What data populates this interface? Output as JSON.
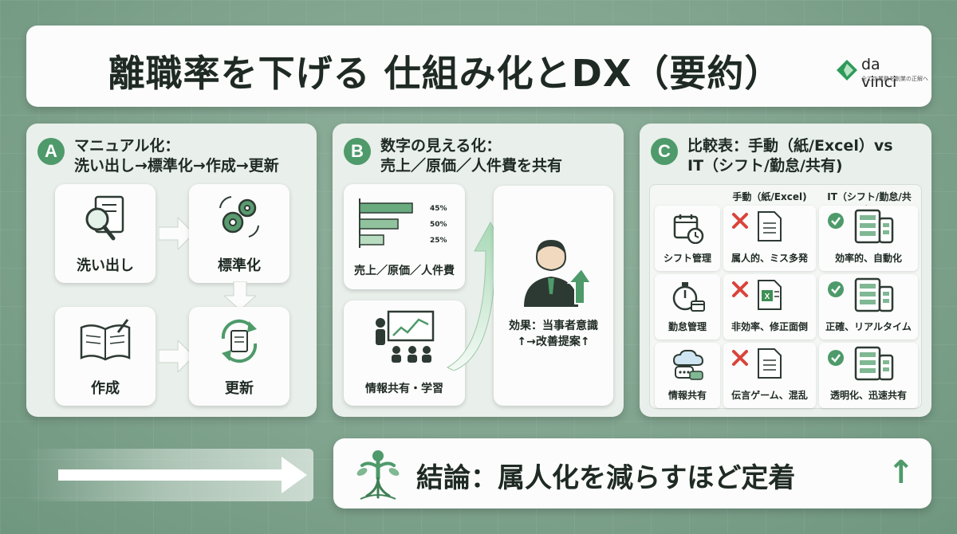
{
  "title": "離職率を下げる 仕組み化とDX（要約）",
  "logo": {
    "name": "da vinci",
    "tagline": "全ての業務を創業の正解へ"
  },
  "panel_a": {
    "badge": "A",
    "heading_line1": "マニュアル化：",
    "heading_line2": "洗い出し→標準化→作成→更新",
    "steps": [
      "洗い出し",
      "標準化",
      "作成",
      "更新"
    ]
  },
  "panel_b": {
    "badge": "B",
    "heading_line1": "数字の見える化：",
    "heading_line2": "売上／原価／人件費を共有",
    "chart_values": [
      "45%",
      "50%",
      "25%"
    ],
    "chart_label": "売上／原価／人件費",
    "sharing_label": "情報共有・学習",
    "effect_line1": "効果：当事者意識",
    "effect_line2": "↑→改善提案↑"
  },
  "panel_c": {
    "badge": "C",
    "heading_line1": "比較表：手動（紙/Excel）vs",
    "heading_line2": "IT（シフト/勤怠/共有)",
    "col_manual": "手動（紙/Excel)",
    "col_it": "IT（シフト/勤怠/共有)",
    "rows": [
      {
        "category": "シフト管理",
        "manual": "属人的、ミス多発",
        "it": "効率的、自動化"
      },
      {
        "category": "勤怠管理",
        "manual": "非効率、修正面倒",
        "it": "正確、リアルタイム"
      },
      {
        "category": "情報共有",
        "manual": "伝言ゲーム、混乱",
        "it": "透明化、迅速共有"
      }
    ]
  },
  "conclusion": {
    "text": "結論：属人化を減らすほど定着",
    "arrow": "↑"
  },
  "colors": {
    "accent": "#4e9a6a",
    "cross": "#d9443b",
    "background": "#7ea28c"
  }
}
